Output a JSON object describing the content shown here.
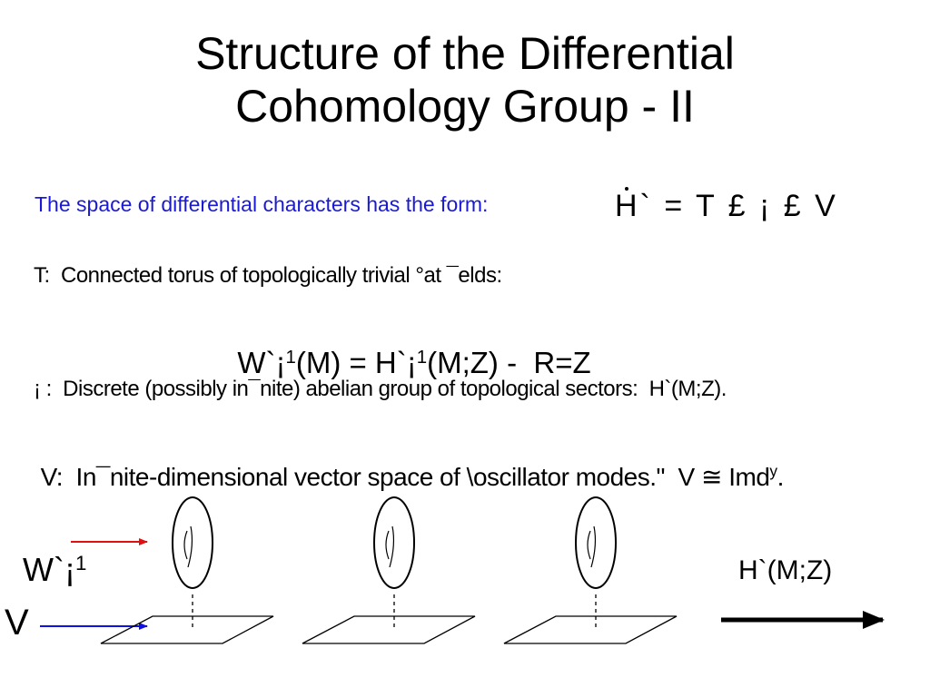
{
  "slide": {
    "title_line1": "Structure of the Differential",
    "title_line2": "Cohomology Group - II"
  },
  "intro": {
    "text": "The space of differential characters has the form:",
    "formula": "H` = T £ ¡ £ V"
  },
  "t_line": {
    "text": "T:  Connected torus of topologically trivial °at ¯elds:"
  },
  "torus_formula": {
    "lhs": "W`¡",
    "lhs_sup": "1",
    "mid1": "(M) = H`¡",
    "mid_sup": "1",
    "rhs": "(M;Z) -  R=Z"
  },
  "gamma_line": {
    "text": "¡ :  Discrete (possibly in¯nite) abelian group of topological sectors:  H`(M;Z)."
  },
  "v_line": {
    "text_before": "V:  In¯nite-dimensional vector space of \\oscillator modes.\"  V ≅ Imd",
    "sup": "y",
    "text_after": "."
  },
  "diagram": {
    "label_w": "W`¡",
    "label_w_sup": "1",
    "label_v": "V",
    "label_h": "H`(M;Z)",
    "arrow_w_color": "#e01010",
    "arrow_v_color": "#1010e0"
  }
}
